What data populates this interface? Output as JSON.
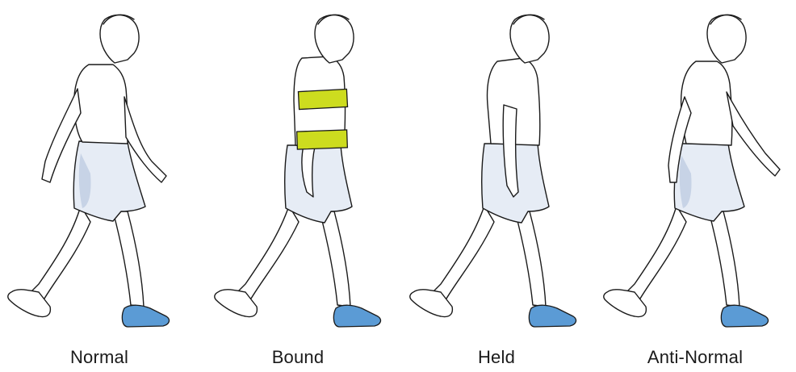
{
  "panels": [
    {
      "label": "Normal"
    },
    {
      "label": "Bound"
    },
    {
      "label": "Held"
    },
    {
      "label": "Anti-Normal"
    }
  ],
  "colors": {
    "band": "#cddc1f",
    "shoe": "#5b9bd5",
    "shorts": "#e6ecf5"
  }
}
